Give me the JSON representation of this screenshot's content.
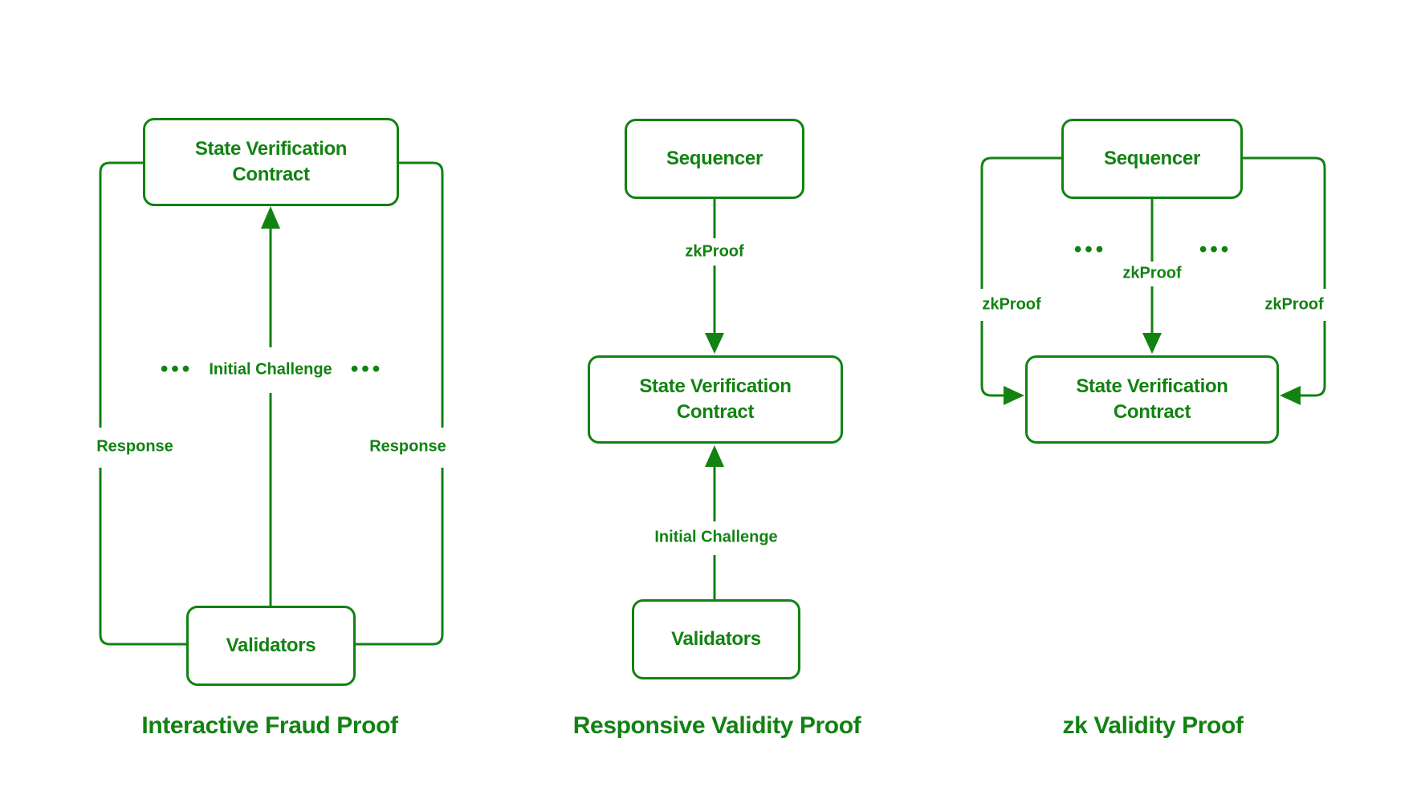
{
  "theme": {
    "accent_green": "#128212",
    "background": "#ffffff"
  },
  "diagrams": [
    {
      "title": "Interactive Fraud Proof",
      "nodes": {
        "state_verification_contract": "State Verification Contract",
        "validators": "Validators"
      },
      "edges": {
        "initial_challenge": "Initial Challenge",
        "response_left": "Response",
        "response_right": "Response"
      },
      "ellipsis_left": "•••",
      "ellipsis_right": "•••"
    },
    {
      "title": "Responsive Validity Proof",
      "nodes": {
        "sequencer": "Sequencer",
        "state_verification_contract": "State Verification Contract",
        "validators": "Validators"
      },
      "edges": {
        "zkproof": "zkProof",
        "initial_challenge": "Initial Challenge"
      }
    },
    {
      "title": "zk Validity Proof",
      "nodes": {
        "sequencer": "Sequencer",
        "state_verification_contract": "State Verification Contract"
      },
      "edges": {
        "zkproof_center": "zkProof",
        "zkproof_left": "zkProof",
        "zkproof_right": "zkProof"
      },
      "ellipsis_left": "•••",
      "ellipsis_right": "•••"
    }
  ]
}
